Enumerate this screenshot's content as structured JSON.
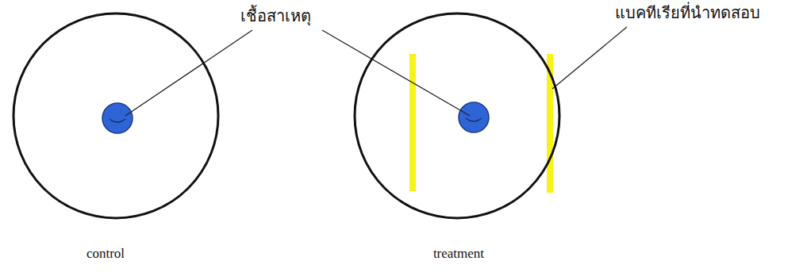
{
  "diagram": {
    "nodes": [
      {
        "text": [
          "control"
        ]
      },
      {
        "text": [
          "treatment"
        ]
      }
    ],
    "labels": [
      "เชื้อสาเหตุ",
      "แบคทีเรียที่นำทดสอบ"
    ]
  }
}
